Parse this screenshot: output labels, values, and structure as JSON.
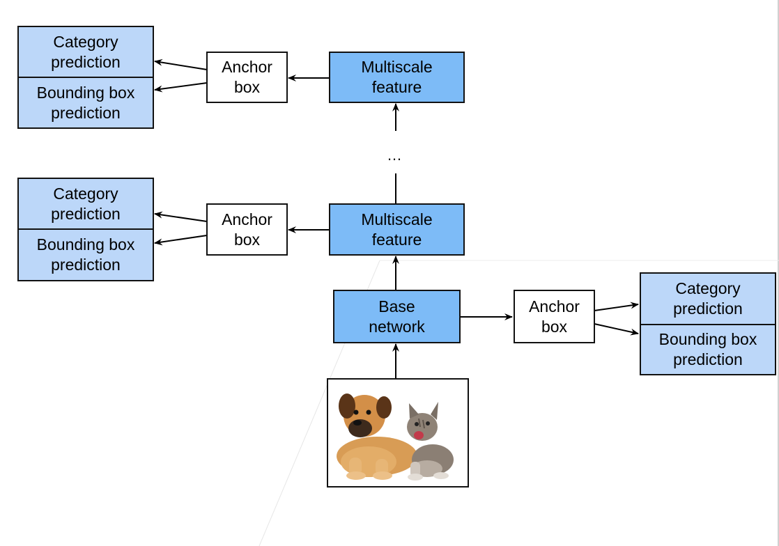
{
  "diagram": {
    "title": "",
    "nodes": {
      "top_category": "Category\nprediction",
      "top_bbox": "Bounding box\nprediction",
      "top_anchor": "Anchor\nbox",
      "top_feature": "Multiscale\nfeature",
      "ellipsis": "…",
      "mid_category": "Category\nprediction",
      "mid_bbox": "Bounding box\nprediction",
      "mid_anchor": "Anchor\nbox",
      "mid_feature": "Multiscale\nfeature",
      "base": "Base\nnetwork",
      "base_anchor": "Anchor\nbox",
      "right_category": "Category\nprediction",
      "right_bbox": "Bounding box\nprediction"
    },
    "image": "puppy-and-kitten-photo"
  },
  "colors": {
    "light_blue": "#bcd7f9",
    "dark_blue": "#7dbbf7",
    "border": "#111111"
  }
}
